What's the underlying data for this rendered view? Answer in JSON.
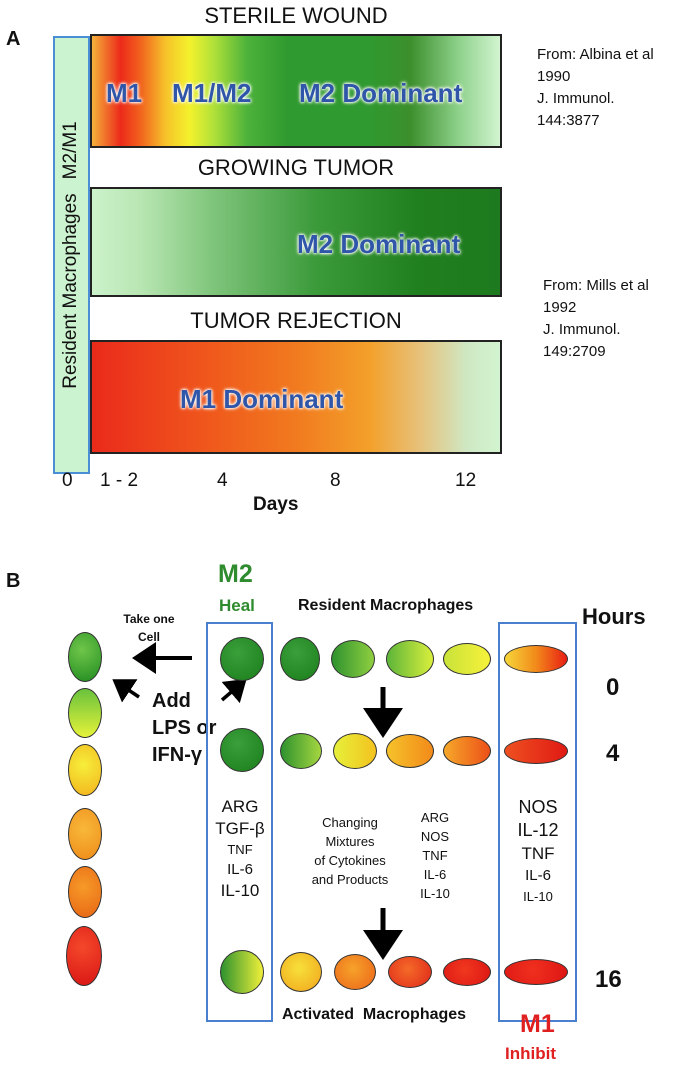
{
  "panel_a": {
    "letter": "A",
    "bars": [
      {
        "title": "STERILE WOUND",
        "labels": [
          "M1",
          "M1/M2",
          "M2 Dominant"
        ]
      },
      {
        "title": "GROWING TUMOR",
        "labels": [
          "M2 Dominant"
        ]
      },
      {
        "title": "TUMOR REJECTION",
        "labels": [
          "M1 Dominant"
        ]
      }
    ],
    "side_label": "Resident Macrophages",
    "side_label_sub": "M2/M1",
    "ticks": [
      "0",
      "1 - 2",
      "4",
      "8",
      "12"
    ],
    "axis_label": "Days",
    "refs": [
      {
        "lines": [
          "From: Albina et al",
          "1990",
          "J. Immunol.",
          "144:3877"
        ]
      },
      {
        "lines": [
          "From: Mills et al",
          "1992",
          "J. Immunol.",
          "149:2709"
        ]
      }
    ]
  },
  "panel_b": {
    "letter": "B",
    "m2_title": "M2",
    "m2_sub": "Heal",
    "resident_label": "Resident Macrophages",
    "hours_label": "Hours",
    "hours": [
      "0",
      "4",
      "16"
    ],
    "take_one": [
      "Take one",
      "Cell"
    ],
    "add_text": [
      "Add",
      "LPS or",
      "IFN-γ"
    ],
    "m2_products": [
      "ARG",
      "TGF-β",
      "TNF",
      "IL-6",
      "IL-10"
    ],
    "changing_text": [
      "Changing",
      "Mixtures",
      "of Cytokines",
      "and Products"
    ],
    "mid_products": [
      "ARG",
      "NOS",
      "TNF",
      "IL-6",
      "IL-10"
    ],
    "m1_products": [
      "NOS",
      "IL-12",
      "TNF",
      "IL-6",
      "IL-10"
    ],
    "activated_label": "Activated  Macrophages",
    "m1_title": "M1",
    "m1_sub": "Inhibit",
    "colors": {
      "green_text": "#2e8b2e",
      "red_text": "#e02020",
      "frame": "#4a7fcf",
      "label_blue": "#2f56a8"
    }
  }
}
